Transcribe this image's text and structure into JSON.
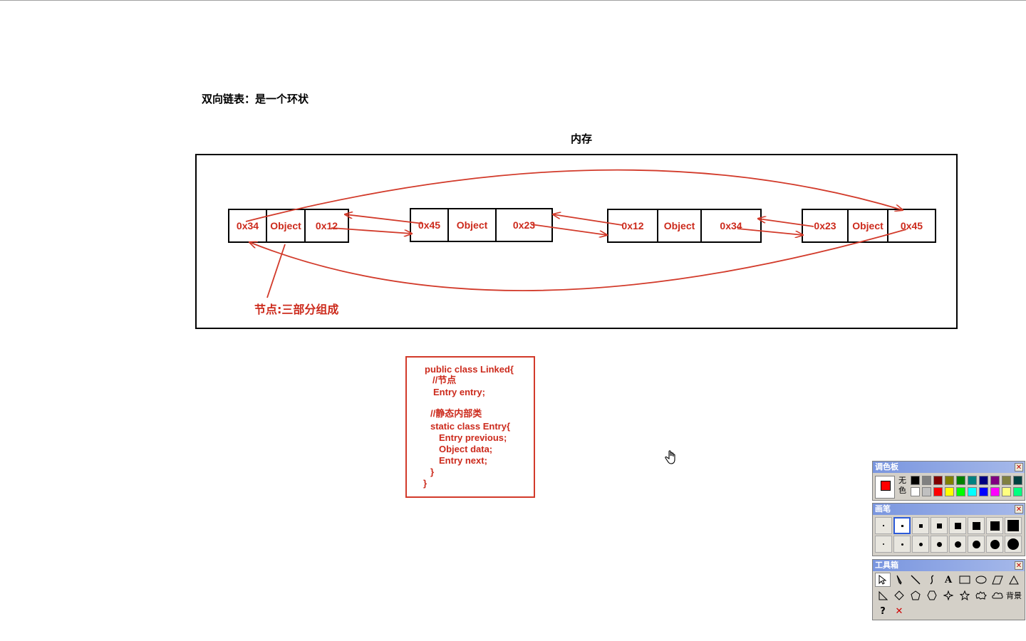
{
  "heading": "双向链表：是一个环状",
  "memory_label": "内存",
  "nodes": [
    {
      "prev": "0x34",
      "data": "Object",
      "next": "0x12"
    },
    {
      "prev": "0x45",
      "data": "Object",
      "next": "0x23"
    },
    {
      "prev": "0x12",
      "data": "Object",
      "next": "0x34"
    },
    {
      "prev": "0x23",
      "data": "Object",
      "next": "0x45"
    }
  ],
  "node_annotation": "节点:三部分组成",
  "code": {
    "l1": "public class Linked{",
    "l2": "//节点",
    "l3": "Entry entry;",
    "l4": "//静态内部类",
    "l5": "static class Entry{",
    "l6": "Entry previous;",
    "l7": "Object data;",
    "l8": "Entry next;",
    "l9": "}",
    "l10": "}"
  },
  "palette": {
    "title": "调色板",
    "none_label": "无色",
    "current_color": "#ff0000",
    "colors_row1": [
      "#000000",
      "#808080",
      "#800000",
      "#808000",
      "#008000",
      "#008080",
      "#000080",
      "#800080",
      "#808040",
      "#004040"
    ],
    "colors_row2": [
      "#ffffff",
      "#c0c0c0",
      "#ff0000",
      "#ffff00",
      "#00ff00",
      "#00ffff",
      "#0000ff",
      "#ff00ff",
      "#ffff80",
      "#00ff80"
    ]
  },
  "brush": {
    "title": "画笔"
  },
  "toolbox": {
    "title": "工具箱",
    "text_tool": "A",
    "bg_tool": "背景"
  },
  "colors": {
    "accent": "#cc2a1c"
  }
}
